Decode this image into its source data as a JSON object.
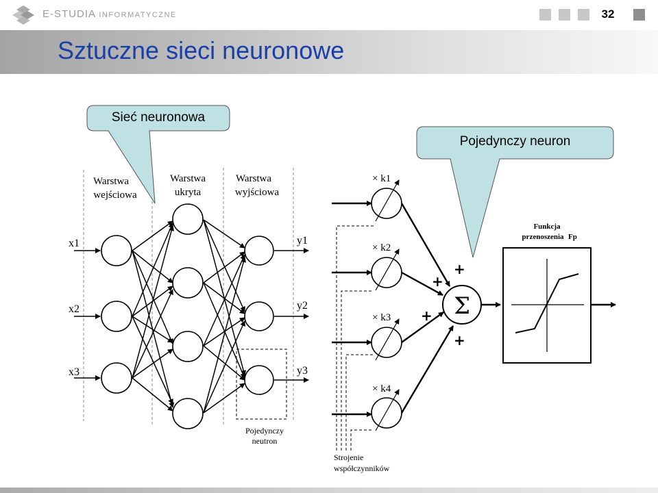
{
  "header": {
    "brand": "E-STUDIA",
    "brand_sub": "INFORMATYCZNE",
    "page_number": "32"
  },
  "title": "Sztuczne sieci neuronowe",
  "callouts": {
    "network": "Sieć neuronowa",
    "single": "Pojedynczy neuron"
  },
  "network": {
    "layers": [
      "Warstwa wejściowa",
      "Warstwa ukryta",
      "Warstwa wyjściowa"
    ],
    "inputs": [
      "x1",
      "x2",
      "x3"
    ],
    "outputs": [
      "y1",
      "y2",
      "y3"
    ],
    "single_neuron_caption": "Pojedynczy neutron"
  },
  "neuron": {
    "weights": [
      "k1",
      "k2",
      "k3",
      "k4"
    ],
    "weight_prefix": "×",
    "sum_symbol": "Σ",
    "sign": "+",
    "transfer_title": "Funkcja przenoszenia",
    "transfer_symbol": "Fp",
    "tuning_caption": "Strojenie współczynników"
  },
  "colors": {
    "title": "#1a3fa8",
    "callout_fill": "#bfe1e3"
  }
}
